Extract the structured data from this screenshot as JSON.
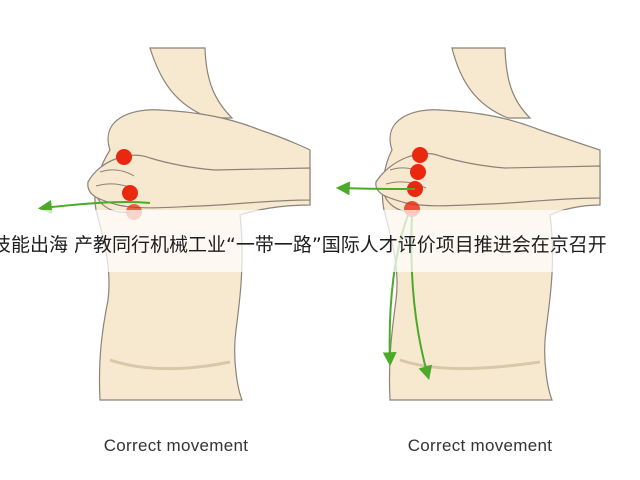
{
  "banner": {
    "text": "技能出海 产教同行机械工业“一带一路”国际人才评价项目推进会在京召开"
  },
  "panels": [
    {
      "caption": "Correct movement"
    },
    {
      "caption": "Correct movement"
    }
  ],
  "colors": {
    "skin": "#f7e9cf",
    "outline": "#8c8279",
    "point": "#e8290f",
    "arrow": "#4caa2a",
    "caption": "#333333"
  }
}
